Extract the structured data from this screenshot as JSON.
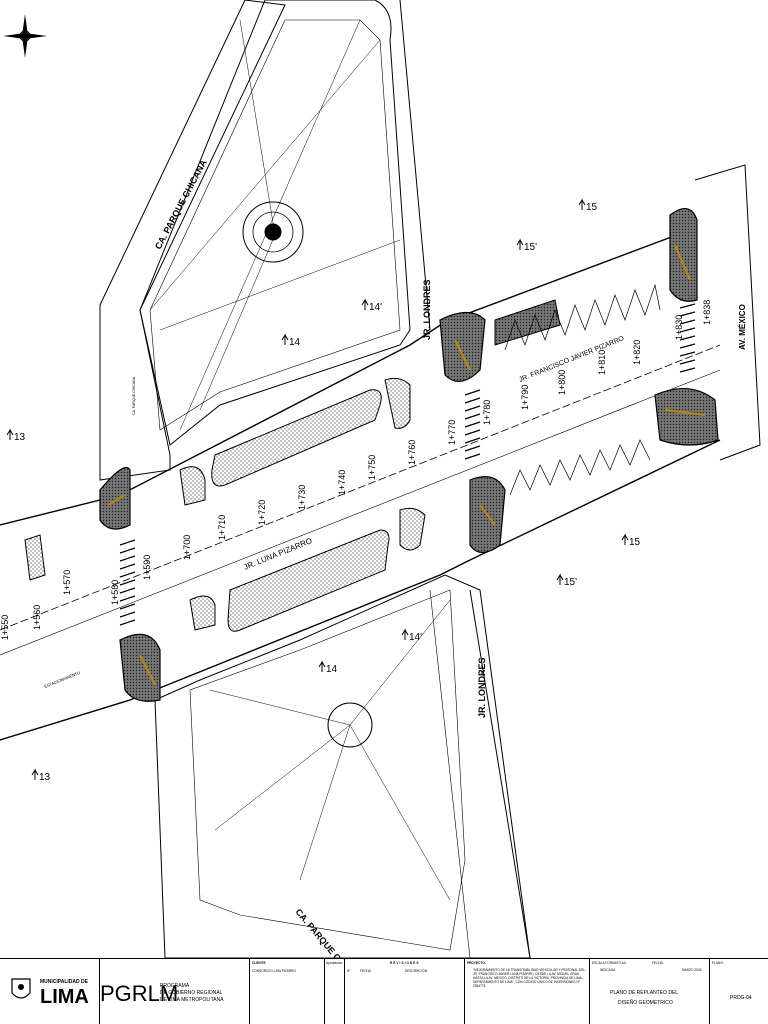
{
  "streets": {
    "parque_chicana_top": "CA. PARQUE CHICANA",
    "parque_chicana_small": "CA. PARQUE CHICANA",
    "parque_chicana_bottom": "CA. PARQUE CHICANA",
    "londres_top": "JR. LONDRES",
    "londres_bottom": "JR. LONDRES",
    "luna_pizarro": "JR. LUNA PIZARRO",
    "francisco_javier_pizarro": "JR. FRANCISCO JAVIER PIZARRO",
    "av_mexico": "AV. MÉXICO",
    "estacionamiento": "ESTACIONAMIENTO"
  },
  "stations": [
    "1+550",
    "1+560",
    "1+570",
    "1+580",
    "1+590",
    "1+700",
    "1+710",
    "1+720",
    "1+730",
    "1+740",
    "1+750",
    "1+760",
    "1+770",
    "1+780",
    "1+790",
    "1+800",
    "1+810",
    "1+820",
    "1+830",
    "1+838"
  ],
  "section_marks": [
    "13",
    "13",
    "14'",
    "14",
    "14'",
    "14",
    "15'",
    "15",
    "15'",
    "15"
  ],
  "titleblock": {
    "entity_small": "MUNICIPALIDAD DE",
    "entity": "LIMA",
    "program_code": "PGRLM",
    "program_name_1": "PROGRAMA",
    "program_name_2": "DE GOBIERNO REGIONAL",
    "program_name_3": "DE LIMA METROPOLITANA",
    "col_cliente": "CLIENTE",
    "col_aprobacion": "Aprobación:",
    "client_1": "CONSORCIO LUNA PIZARRO",
    "revisions_title": "REVISIONES",
    "rev_n": "N°",
    "rev_fecha": "FECHA",
    "rev_desc": "DESCRIPCIÓN",
    "proyecto_label": "PROYECTO:",
    "proyecto_text": "\"MEJORAMIENTO DE LA TRANSITABILIDAD VEHICULAR Y PEATONAL DEL JR. FRANCISCO JAVIER LUNA PIZARRO, DESDE LA AV. MIGUEL GRAU HASTA LA AV. MEXICO, DISTRITO DE LA VICTORIA, PROVINCIA DE LIMA, DEPARTAMENTO DE LIMA\", CON CÓDIGO ÚNICO DE INVERSIONES N° 2354775",
    "escala_label": "ESCALA FORMATO A3:",
    "escala_val": "INDICADA",
    "fecha_label": "FECHA:",
    "fecha_val": "MARZO 2024",
    "plano_label": "PLANO:",
    "plano_title_1": "PLANO DE REPLANTEO DEL",
    "plano_title_2": "DISEÑO GEOMETRICO",
    "plano_code": "PRDG-04"
  },
  "icons": [
    "north-arrow-icon",
    "lima-coat-of-arms-icon"
  ],
  "colors": {
    "line": "#000000",
    "curb_accent": "#b8860b",
    "hatch": "#555555"
  }
}
